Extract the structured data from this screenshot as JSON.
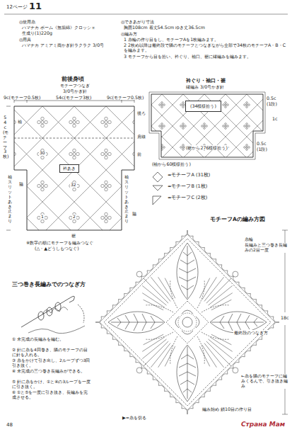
{
  "diagram": {
    "nodes": [
      {
        "text": [
          "衿あき"
        ]
      },
      {
        "text": [
          "(34模様拾う)"
        ]
      }
    ],
    "labels": [
      "12ページ",
      "11",
      "◎使用糸",
      "ハマナカ ボーム《無垢綿》クロッシェ",
      "生成り(1)220g",
      "◎用具",
      "ハマナカ アミアミ両かぎ針ラクラク 3/0号",
      "◎できあがり寸法",
      "胸囲108cm 着丈54.5cm ゆき丈36.5cm",
      "◎編み方",
      "1 糸輪の作り目をし、モチーフAを1枚編みます。",
      "2 2枚め以降は最終段で隣のモチーフとつなぎながら全部で34枚のモチーフA・B・Cを編みます。",
      "3 モチーフから目を拾い、衿ぐり、袖口、裾に縁編みを編みます。",
      "前後身頃",
      "モチーフつなぎ",
      "3/0号かぎ針",
      "54c(モチーフ3枚)",
      "9c(モチーフ0.5枚)",
      "9c(モチーフ0.5枚)",
      "54c(モチーフ3枚)",
      "袖",
      "後ろ",
      "肩線",
      "前",
      "袖スリットあき止まり",
      "袖スリットあき止まり",
      "脇",
      "脇",
      "裾",
      "30",
      "32",
      "1",
      "2",
      "※数字の順にモチーフを編みつなぐ",
      "(△・▲どうしもつなぐ)",
      "衿ぐり・袖口・裾",
      "縁編み 3/0号かぎ針",
      "(袖から60模様拾う)",
      "(裾から276模様拾う)",
      "0.5c",
      "(1段)",
      "1c",
      "0.5c",
      "(1段)",
      "モチーフAの編み方図",
      "糸輪",
      "長編みと三つ巻き長編みの2目一度",
      "18c",
      "最終段のつなぎ方",
      "←糸を隣のモチーフに編みくるんで、引き抜き編み",
      "編み始め 鎖10目の作り目",
      "▶=糸を切る",
      "三つ巻き長編みでのつなぎ方",
      "① 未完成の長編みを編む。",
      "② 針に糸を4回巻き、隣のモチーフの目に針を入れる。",
      "③ 糸をかけて引き出し、2ループずつ3回引き抜く。",
      "④ 未完成の三つ巻き長編みができる。",
      "⑤ 針に糸をかけ、①と④の3ループを一度に引き抜く。",
      "⑥ ①と⑤を一度に引き抜き、長編みを完成させる。",
      "48",
      "Страна Мам"
    ],
    "legend": [
      {
        "text": "=モチーフA (31枚)"
      },
      {
        "text": "=モチーフB (1枚)"
      },
      {
        "text": "=モチーフC (2枚)"
      }
    ]
  }
}
